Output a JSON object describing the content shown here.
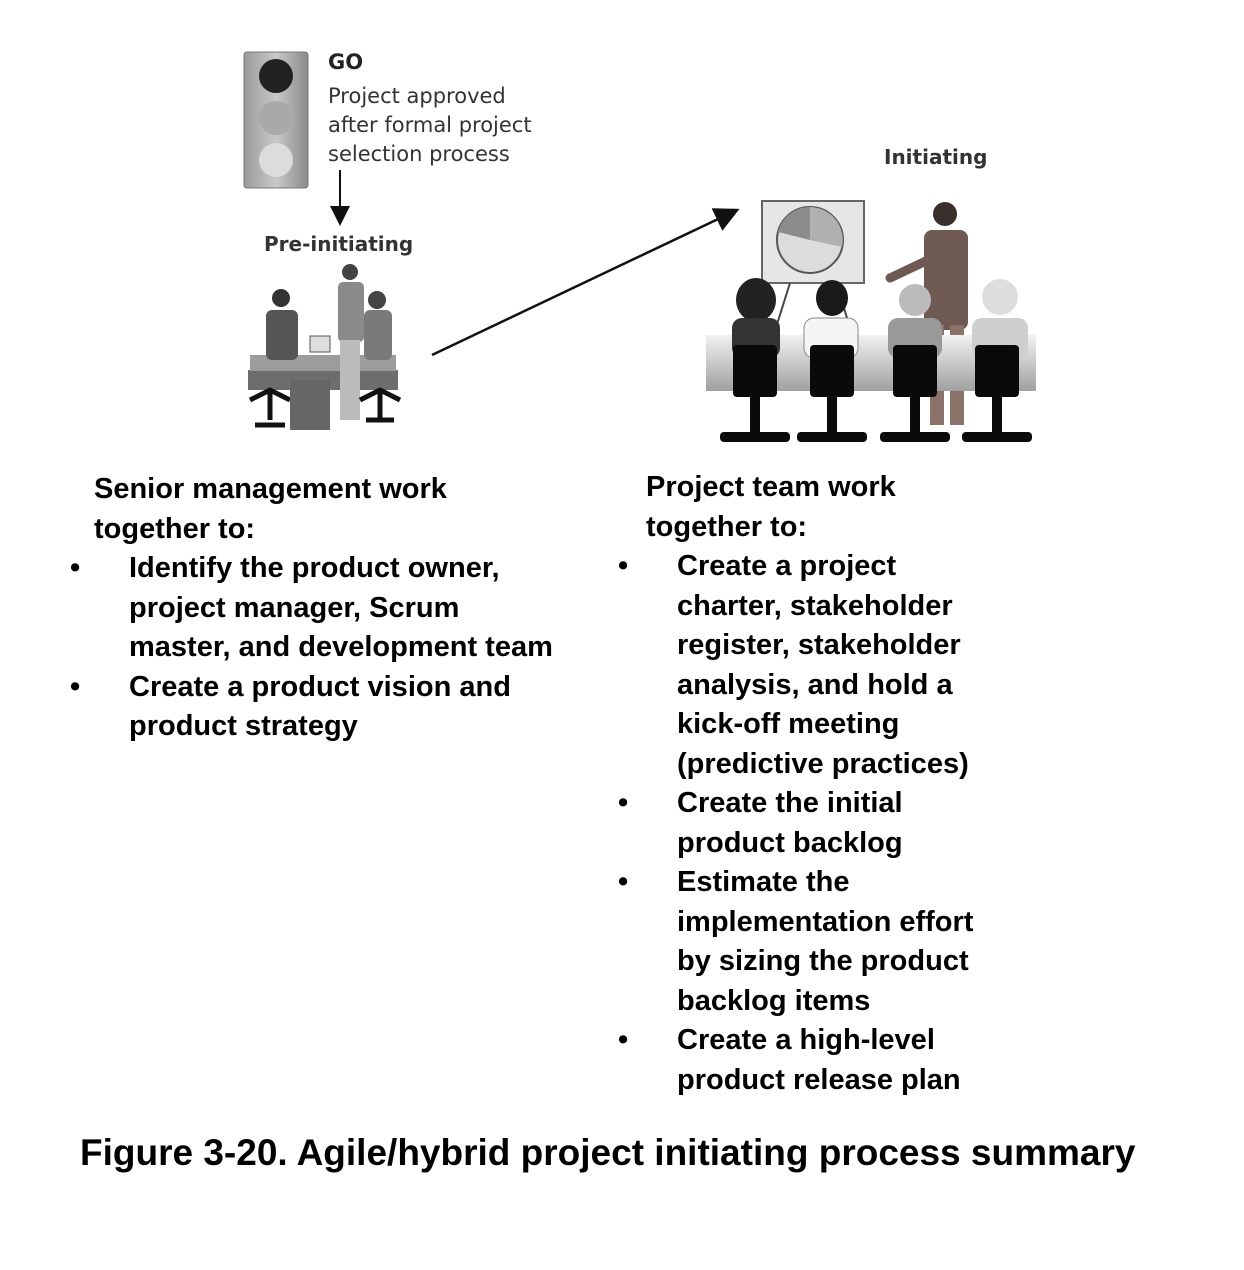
{
  "go": {
    "label": "GO",
    "description_lines": [
      "Project approved",
      "after formal project",
      "selection process"
    ]
  },
  "stages": {
    "pre_initiating": "Pre-initiating",
    "initiating": "Initiating"
  },
  "left_column": {
    "heading_lines": [
      "Senior management work",
      "together to:"
    ],
    "bullet_char": "•",
    "items": [
      {
        "lines": [
          "Identify the product owner,",
          "project manager, Scrum",
          "master, and development team"
        ]
      },
      {
        "lines": [
          "Create a product vision and",
          "product strategy"
        ]
      }
    ]
  },
  "right_column": {
    "heading_lines": [
      "Project team work",
      "together to:"
    ],
    "bullet_char": "•",
    "items": [
      {
        "lines": [
          "Create a project",
          "charter, stakeholder",
          "register, stakeholder",
          "analysis, and hold a",
          "kick-off meeting",
          "(predictive practices)"
        ]
      },
      {
        "lines": [
          "Create the initial",
          "product backlog"
        ]
      },
      {
        "lines": [
          "Estimate the",
          "implementation effort",
          "by sizing the product",
          "backlog items"
        ]
      },
      {
        "lines": [
          "Create a high-level",
          "product release plan"
        ]
      }
    ]
  },
  "caption": "Figure 3-20. Agile/hybrid project initiating process summary",
  "icons": [
    "traffic-light-icon",
    "meeting-illustration-icon",
    "presentation-illustration-icon"
  ]
}
